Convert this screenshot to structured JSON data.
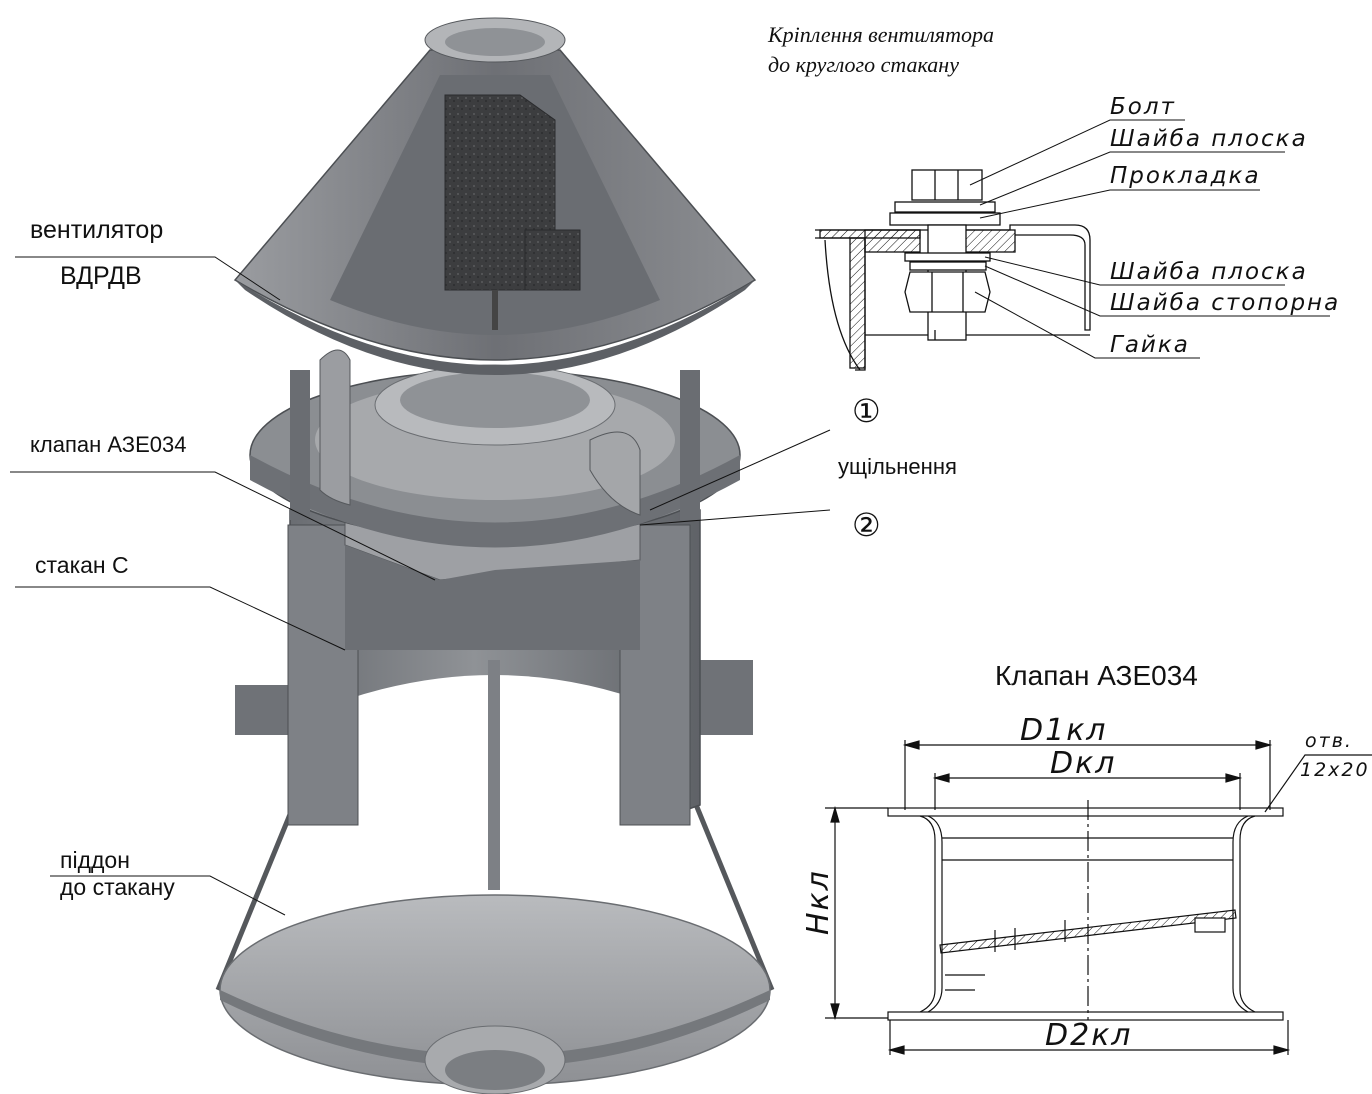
{
  "labels": {
    "fan_line1": "вентилятор",
    "fan_line2": "ВДРДВ",
    "valve": "клапан АЗЕ034",
    "sleeve": "стакан С",
    "tray_line1": "піддон",
    "tray_line2": "до стакану",
    "seal": "ущільнення",
    "marker1": "①",
    "marker2": "②"
  },
  "mounting": {
    "title_line1": "Кріплення вентилятора",
    "title_line2": "до круглого стакану",
    "parts": [
      "Болт",
      "Шайба плоска",
      "Прокладка",
      "Шайба плоска",
      "Шайба стопорна",
      "Гайка"
    ]
  },
  "valve_drawing": {
    "title": "Клапан АЗЕ034",
    "dim_d1": "D1кл",
    "dim_d": "Dкл",
    "dim_d2": "D2кл",
    "dim_h": "Нкл",
    "hole_line1": "отв.",
    "hole_line2": "12х20"
  },
  "colors": {
    "metal_dark": "#5a5d62",
    "metal_mid": "#8a8d92",
    "metal_light": "#c4c6c9",
    "filter_dark": "#3c3d3f",
    "ink": "#111111"
  }
}
